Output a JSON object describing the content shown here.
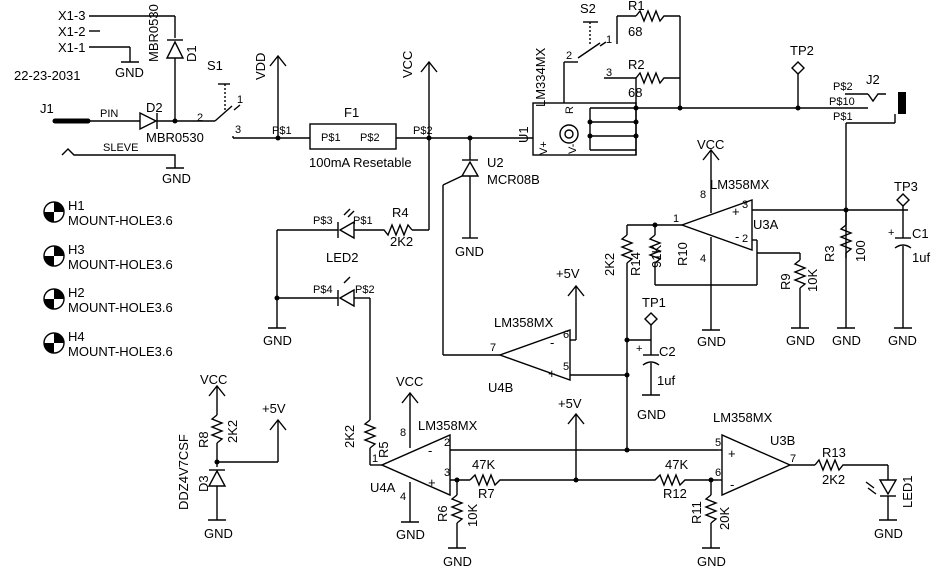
{
  "labels": {
    "date": "22-23-2031",
    "j1": "J1",
    "pin": "PIN",
    "sleve": "SLEVE",
    "x13": "X1-3",
    "x12": "X1-2",
    "x11": "X1-1",
    "gnd": "GND",
    "vcc": "VCC",
    "vdd": "VDD",
    "plus5v": "+5V",
    "d1_part": "MBR0530",
    "d1_ref": "D1",
    "d2_ref": "D2",
    "d2_part": "MBR0530",
    "s1": "S1",
    "s2": "S2",
    "f1": "F1",
    "f1_desc": "100mA Resetable",
    "p1": "P$1",
    "p2": "P$2",
    "p3": "P$3",
    "p4": "P$4",
    "p10": "P$10",
    "u1": "U1",
    "lm334": "LM334MX",
    "r1": "R1",
    "r2": "R2",
    "r68": "68",
    "tp1": "TP1",
    "tp2": "TP2",
    "tp3": "TP3",
    "j2": "J2",
    "u2": "U2",
    "mcr08b": "MCR08B",
    "lm358": "LM358MX",
    "u3a": "U3A",
    "u3b": "U3B",
    "u4a": "U4A",
    "u4b": "U4B",
    "r3": "R3",
    "r100": "100",
    "c1": "C1",
    "c2": "C2",
    "uf1": "1uf",
    "r4": "R4",
    "r2k2": "2K2",
    "r5": "R5",
    "r6": "R6",
    "r7": "R7",
    "r8": "R8",
    "r9": "R9",
    "r10": "R10",
    "r11": "R11",
    "r12": "R12",
    "r13": "R13",
    "r14": "R14",
    "r10k": "10K",
    "r47k": "47K",
    "r91k": "91K",
    "r20k": "20K",
    "led1": "LED1",
    "led2": "LED2",
    "d3": "D3",
    "ddz": "DDZ4V7CSF",
    "h1": "H1",
    "h2": "H2",
    "h3": "H3",
    "h4": "H4",
    "mh": "MOUNT-HOLE3.6",
    "pin1": "1",
    "pin2": "2",
    "pin3": "3",
    "pin4": "4",
    "pin5": "5",
    "pin6": "6",
    "pin7": "7",
    "pin8": "8",
    "plus": "+",
    "minus": "-",
    "r_mark": "R",
    "v_plus": "V+",
    "v_minus": "V-"
  }
}
